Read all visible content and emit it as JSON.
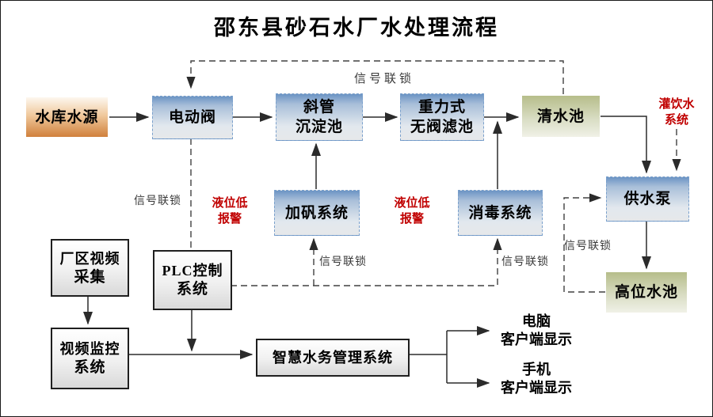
{
  "title": "邵东县砂石水厂水处理流程",
  "nodes": {
    "reservoir": {
      "label": "水库水源"
    },
    "valve": {
      "label": "电动阀"
    },
    "sedimentation": {
      "label1": "斜管",
      "label2": "沉淀池"
    },
    "filter": {
      "label1": "重力式",
      "label2": "无阀滤池"
    },
    "clearwater": {
      "label": "清水池"
    },
    "alum": {
      "label": "加矾系统"
    },
    "disinfect": {
      "label": "消毒系统"
    },
    "pump": {
      "label": "供水泵"
    },
    "highpool": {
      "label": "高位水池"
    },
    "video_capture": {
      "label1": "厂区视频",
      "label2": "采集"
    },
    "plc": {
      "label1": "PLC控制",
      "label2": "系统"
    },
    "video_monitor": {
      "label1": "视频监控",
      "label2": "系统"
    },
    "smart_water": {
      "label": "智慧水务管理系统"
    }
  },
  "annotations": {
    "signal_interlock": "信号联锁",
    "low_level_alarm_line1": "液位低",
    "low_level_alarm_line2": "报警",
    "irrigation_line1": "灌饮水",
    "irrigation_line2": "系统",
    "pc_client_line1": "电脑",
    "pc_client_line2": "客户端显示",
    "mobile_client_line1": "手机",
    "mobile_client_line2": "客户端显示"
  },
  "colors": {
    "annotation_red": "#c00000",
    "line": "#2b2b2b",
    "box_blue_top": "#6b94c4",
    "box_orange_bottom": "#d0803c",
    "box_green_top": "#b6bd8a"
  }
}
